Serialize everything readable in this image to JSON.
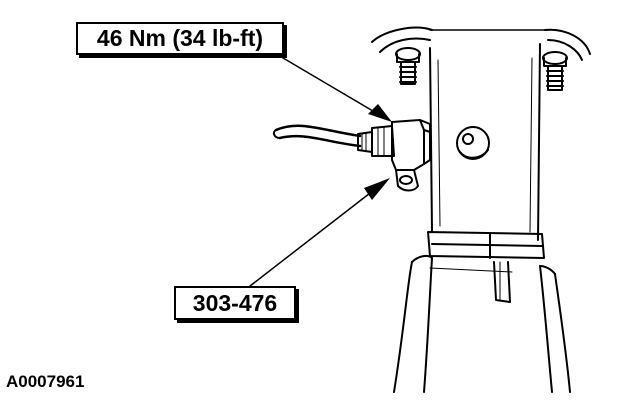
{
  "diagram": {
    "callouts": {
      "torque": "46 Nm (34 lb-ft)",
      "tool": "303-476"
    },
    "figure_id": "A0007961"
  },
  "colors": {
    "ink": "#000000",
    "paper": "#ffffff"
  }
}
